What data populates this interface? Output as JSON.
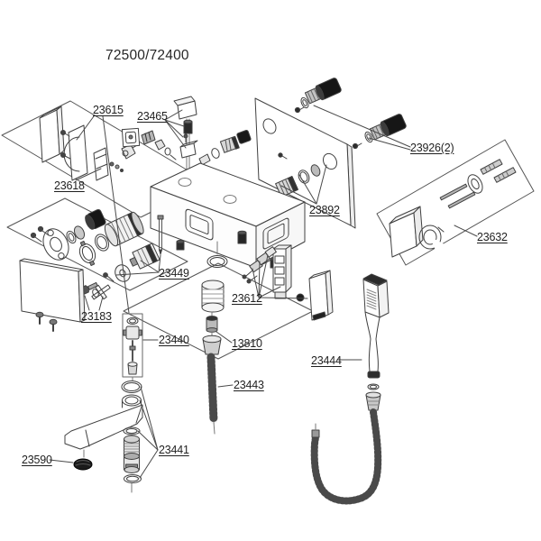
{
  "title": "72500/72400",
  "parts": [
    {
      "label": "23615"
    },
    {
      "label": "23465"
    },
    {
      "label": "23926(2)"
    },
    {
      "label": "23618"
    },
    {
      "label": "23892"
    },
    {
      "label": "23632"
    },
    {
      "label": "23449"
    },
    {
      "label": "23612"
    },
    {
      "label": "23183"
    },
    {
      "label": "23440"
    },
    {
      "label": "13810"
    },
    {
      "label": "23443"
    },
    {
      "label": "23444"
    },
    {
      "label": "23441"
    },
    {
      "label": "23590"
    }
  ],
  "colors": {
    "line": "#404040",
    "dark_fill": "#1a1a1a",
    "background": "#ffffff"
  }
}
